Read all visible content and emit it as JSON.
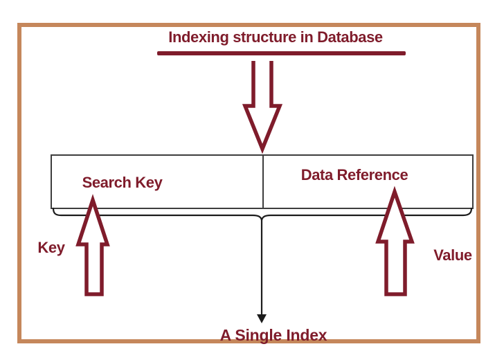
{
  "diagram": {
    "title": "Indexing structure in Database",
    "index_entry": {
      "columns": [
        {
          "label": "Search Key",
          "annotation": "Key"
        },
        {
          "label": "Data Reference",
          "annotation": "Value"
        }
      ]
    },
    "caption": "A Single Index",
    "icons": {
      "top_pointer": "down-arrow-icon",
      "key_pointer": "up-arrow-icon",
      "value_pointer": "up-arrow-icon"
    }
  },
  "colors": {
    "accent": "#7f1c2b",
    "frame": "#c5875b",
    "table-line": "#3d3d3d",
    "pointer-line": "#1b1b1b",
    "bg": "#ffffff"
  }
}
